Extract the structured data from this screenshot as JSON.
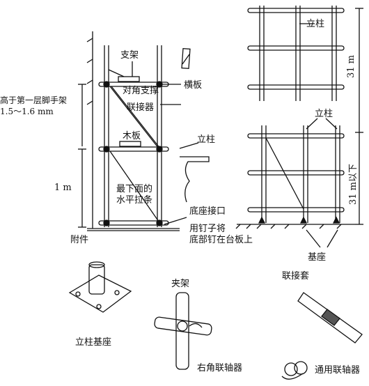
{
  "labels": {
    "brace": "支架",
    "diagonal_brace": "对角支撑",
    "ledger_board": "横板",
    "coupler": "联接器",
    "above_first_floor": "高于第一层脚手架",
    "height_range": "1.5～1.6 mm",
    "plank": "木板",
    "standard_left": "立柱",
    "one_meter": "1 m",
    "bottom_tie_line1": "最下面的",
    "bottom_tie_line2": "水平拉条",
    "base_joint": "底座接口",
    "nail_line1": "用钉子将",
    "nail_line2": "底部钉在台板上",
    "accessories": "附件",
    "standard_top": "立柱",
    "standard_mid": "立柱",
    "height_31m": "31 m",
    "height_31m_below": "31 m以下",
    "base": "基座",
    "standard_base": "立柱基座",
    "clamp": "夹架",
    "right_angle_coupler": "右角联轴器",
    "sleeve_coupler": "联接套",
    "universal_coupler": "通用联轴器"
  }
}
